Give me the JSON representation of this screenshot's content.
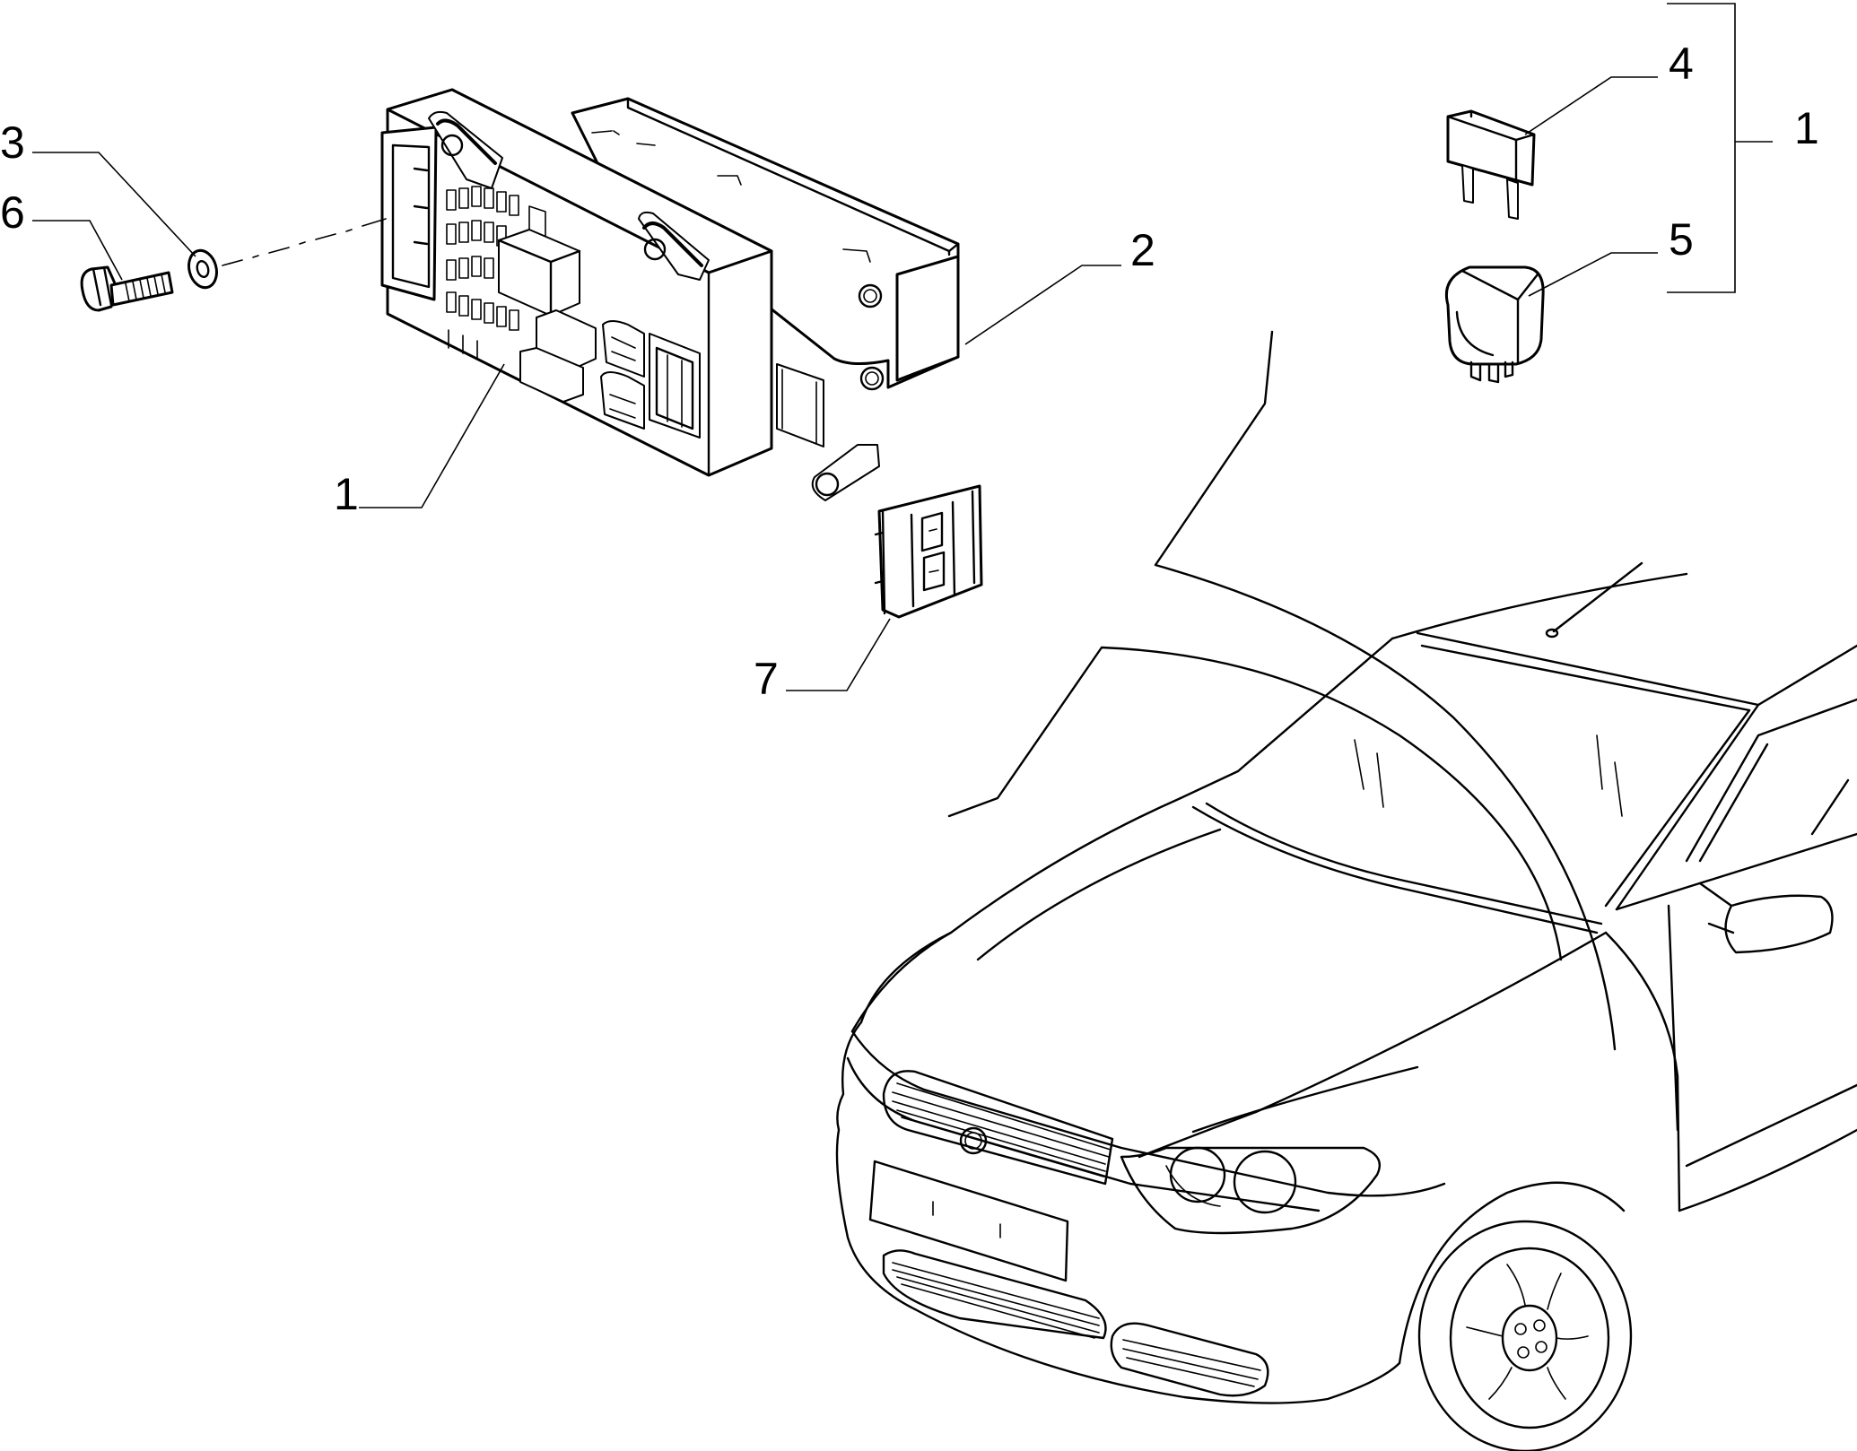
{
  "callouts": {
    "c3": "3",
    "c6": "6",
    "c1_left": "1",
    "c2": "2",
    "c7": "7",
    "c4": "4",
    "c5": "5",
    "c1_right": "1"
  },
  "parts": [
    {
      "ref": "1",
      "icon": "fuse-box-icon"
    },
    {
      "ref": "2",
      "icon": "fuse-box-cover-icon"
    },
    {
      "ref": "3",
      "icon": "washer-icon"
    },
    {
      "ref": "4",
      "icon": "blade-fuse-icon"
    },
    {
      "ref": "5",
      "icon": "relay-icon"
    },
    {
      "ref": "6",
      "icon": "bolt-icon"
    },
    {
      "ref": "7",
      "icon": "mounting-bracket-icon"
    }
  ],
  "colors": {
    "ink": "#000000",
    "paper": "#ffffff"
  }
}
